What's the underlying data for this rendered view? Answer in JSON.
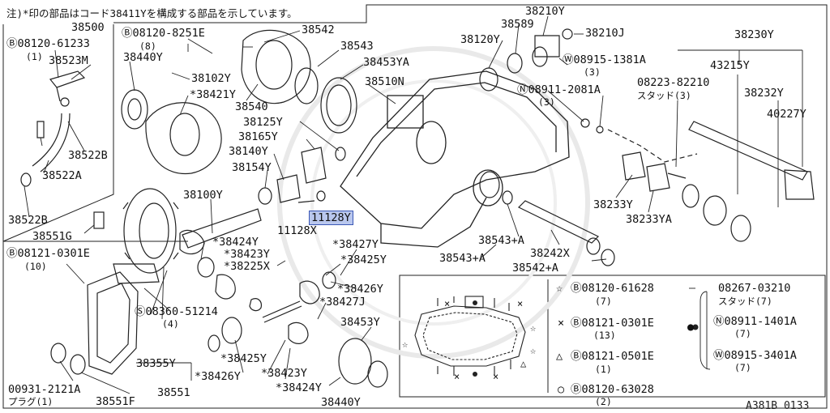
{
  "note": "注)*印の部品はコード38411Yを構成する部品を示しています。",
  "drawing_code": "A381B 0133",
  "selected_part": "11128Y",
  "labels": {
    "l_38500": "38500",
    "l_08120_61233": "Ⓑ08120-61233",
    "l_08120_61233_q": "(1)",
    "l_38523M": "38523M",
    "l_38522B_a": "38522B",
    "l_38522A": "38522A",
    "l_38522B_b": "38522B",
    "l_38551G": "38551G",
    "l_08120_8251E": "Ⓑ08120-8251E",
    "l_08120_8251E_q": "(8)",
    "l_38542": "38542",
    "l_38440Y_top": "38440Y",
    "l_38102Y": "38102Y",
    "l_38421Y": "*38421Y",
    "l_38540": "38540",
    "l_38543": "38543",
    "l_38453YA": "38453YA",
    "l_38510N": "38510N",
    "l_38210Y": "38210Y",
    "l_38589": "38589",
    "l_38120Y": "38120Y",
    "l_38210J": "38210J",
    "l_08915_1381A": "Ⓦ08915-1381A",
    "l_08915_1381A_q": "(3)",
    "l_08911_2081A": "Ⓝ08911-2081A",
    "l_08911_2081A_q": "(3)",
    "l_38230Y": "38230Y",
    "l_43215Y": "43215Y",
    "l_08223_82210": "08223-82210",
    "l_stud3": "スタッド(3)",
    "l_38232Y": "38232Y",
    "l_40227Y": "40227Y",
    "l_38125Y": "38125Y",
    "l_38165Y": "38165Y",
    "l_38140Y": "38140Y",
    "l_38154Y": "38154Y",
    "l_38100Y": "38100Y",
    "l_11128Y": "11128Y",
    "l_11128X": "11128X",
    "l_38233Y": "38233Y",
    "l_38233YA": "38233YA",
    "l_38543A_a": "38543+A",
    "l_38543A_b": "38543+A",
    "l_38242X": "38242X",
    "l_38542A": "38542+A",
    "l_08121_0301E": "Ⓑ08121-0301E",
    "l_08121_0301E_q": "(10)",
    "l_38424Y_a": "*38424Y",
    "l_38423Y_a": "*38423Y",
    "l_38225X": "*38225X",
    "l_38427Y": "*38427Y",
    "l_38425Y_a": "*38425Y",
    "l_38426Y_a": "*38426Y",
    "l_38427J": "*38427J",
    "l_08360_51214": "Ⓢ08360-51214",
    "l_08360_51214_q": "(4)",
    "l_38453Y": "38453Y",
    "l_38425Y_b": "*38425Y",
    "l_38355Y": "38355Y",
    "l_38426Y_b": "*38426Y",
    "l_38423Y_b": "*38423Y",
    "l_38424Y_b": "*38424Y",
    "l_38440Y_bot": "38440Y",
    "l_00931_2121A": "00931-2121A",
    "l_plug1": "プラグ(1)",
    "l_38551F": "38551F",
    "l_38551": "38551"
  },
  "legend": {
    "star": "☆",
    "star_part": "Ⓑ08120-61628",
    "star_q": "(7)",
    "cross": "×",
    "cross_part": "Ⓑ08121-0301E",
    "cross_q": "(13)",
    "tri": "△",
    "tri_part": "Ⓑ08121-0501E",
    "tri_q": "(1)",
    "circ": "○",
    "circ_part": "Ⓑ08120-63028",
    "circ_q": "(2)",
    "dot": "●",
    "dot_a": "08267-03210",
    "dot_a_sub": "スタッド(7)",
    "dot_b": "Ⓝ08911-1401A",
    "dot_b_q": "(7)",
    "dot_c": "Ⓦ08915-3401A",
    "dot_c_q": "(7)"
  }
}
